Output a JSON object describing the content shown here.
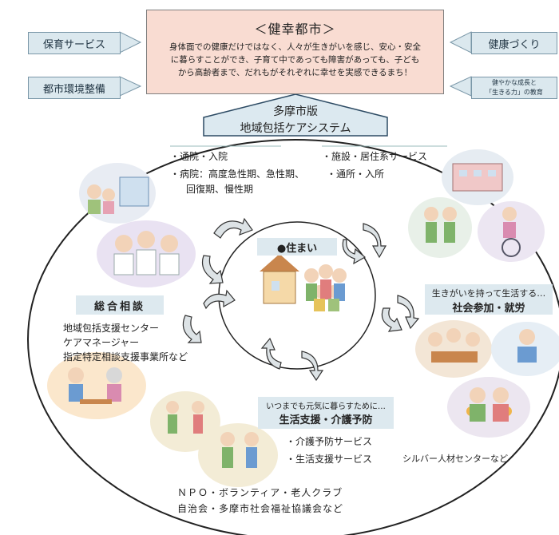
{
  "top": {
    "title": "＜健幸都市＞",
    "body_line1": "身体面での健康だけではなく、人々が生きがいを感じ、安心・安全",
    "body_line2": "に暮らすことができ、子育て中であっても障害があっても、子ども",
    "body_line3": "から高齢者まで、だれもがそれぞれに幸せを実感できるまち！"
  },
  "side_boxes": {
    "childcare": "保育サービス",
    "urban_env": "都市環境整備",
    "health": "健康づくり",
    "growth_line1": "健やかな成長と",
    "growth_line2": "「生きる力」の教育"
  },
  "system": {
    "line1": "多摩市版",
    "line2": "地域包括ケアシステム"
  },
  "medical": {
    "item1": "・通院・入院",
    "item2": "・病院：高度急性期、急性期、",
    "item3": "回復期、慢性期"
  },
  "facility": {
    "item1": "・施設・居住系サービス",
    "item2": "・通所・入所"
  },
  "center": {
    "label": "●住まい"
  },
  "consult": {
    "title": "総合相談",
    "line1": "地域包括支援センター",
    "line2": "ケアマネージャー",
    "line3": "指定特定相談支援事業所など"
  },
  "social": {
    "subtitle": "生きがいを持って生活する…",
    "title": "社会参加・就労",
    "silver": "シルバー人材センターなど"
  },
  "support": {
    "subtitle": "いつまでも元気に暮らすために…",
    "title": "生活支援・介護予防",
    "item1": "・介護予防サービス",
    "item2": "・生活支援サービス"
  },
  "community": {
    "line1": "ＮＰＯ・ボランティア・老人クラブ",
    "line2": "自治会・多摩市社会福祉協議会など"
  },
  "colors": {
    "top_fill": "#f9dcd2",
    "side_fill": "#dbe8ee",
    "header_fill": "#dde9ef",
    "circle_stroke": "#222222"
  }
}
